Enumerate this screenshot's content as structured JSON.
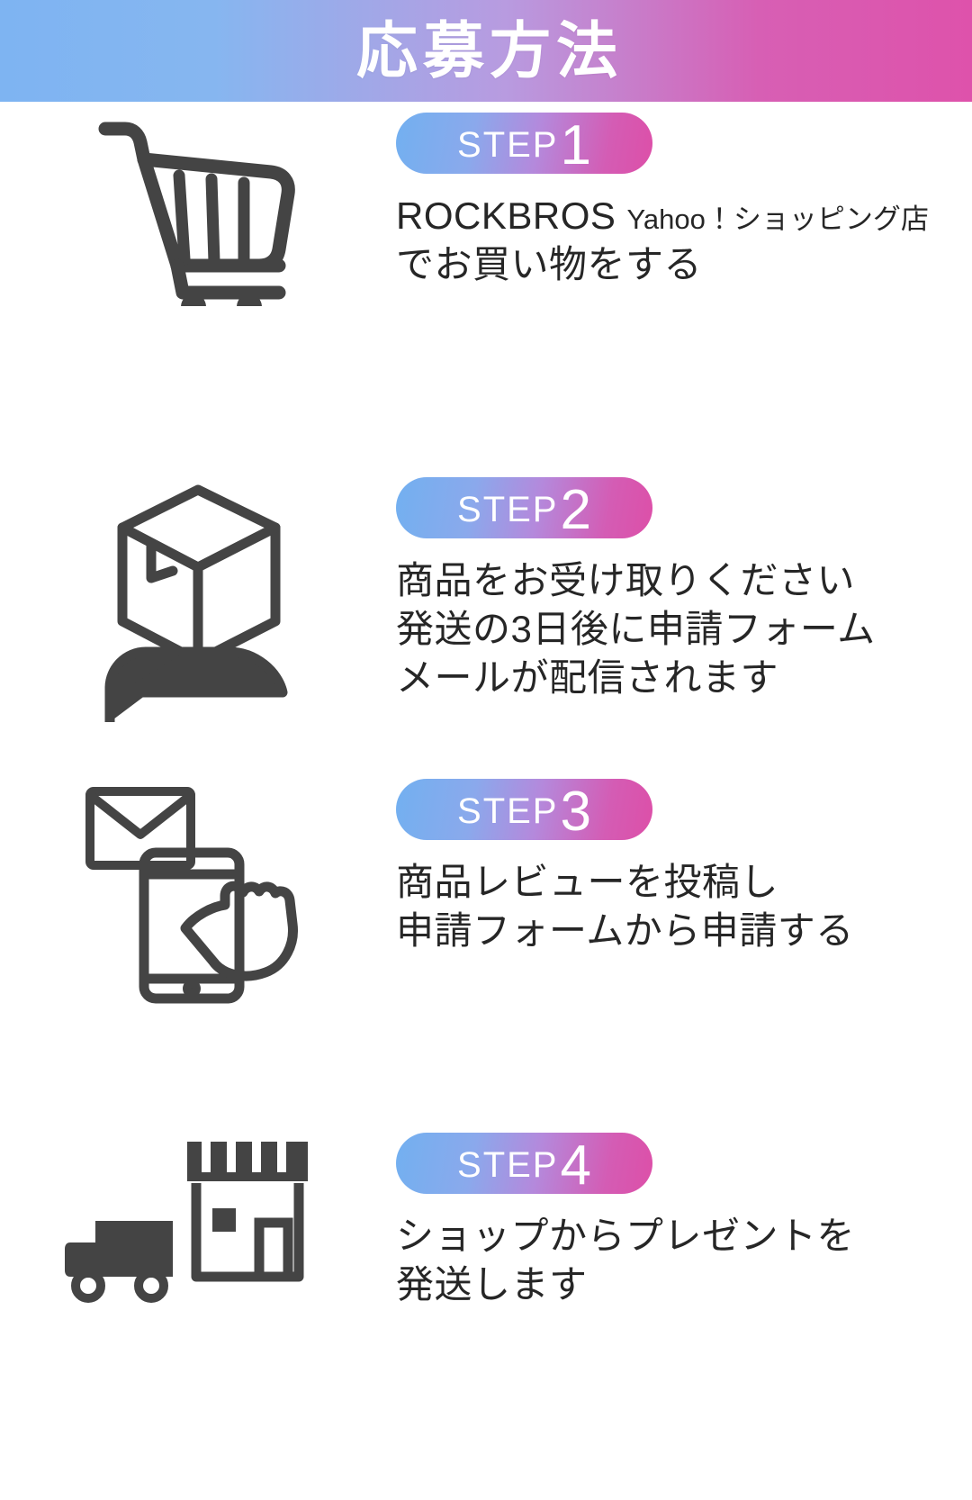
{
  "header": {
    "title": "応募方法",
    "gradient_start": "#7EB4F2",
    "gradient_end": "#DE52AB"
  },
  "theme": {
    "blue": "#7EB4F2",
    "pink": "#DE52AB",
    "text": "#262626",
    "icon": "#444444",
    "background": "#FFFFFF"
  },
  "steps": [
    {
      "badge_word": "STEP",
      "badge_number": "1",
      "icon": "shopping-cart-icon",
      "lines": [
        {
          "parts": [
            {
              "text": "ROCKBROS",
              "style": "brand"
            },
            {
              "text": "Yahoo！ショッピング店",
              "style": "sub"
            }
          ]
        },
        {
          "parts": [
            {
              "text": "でお買い物をする",
              "style": "main"
            }
          ]
        }
      ]
    },
    {
      "badge_word": "STEP",
      "badge_number": "2",
      "icon": "package-in-hand-icon",
      "lines": [
        {
          "parts": [
            {
              "text": "商品をお受け取りください",
              "style": "main"
            }
          ]
        },
        {
          "parts": [
            {
              "text": "発送の3日後に申請フォーム",
              "style": "main"
            }
          ]
        },
        {
          "parts": [
            {
              "text": "メールが配信されます",
              "style": "main"
            }
          ]
        }
      ]
    },
    {
      "badge_word": "STEP",
      "badge_number": "3",
      "icon": "mail-phone-tap-icon",
      "lines": [
        {
          "parts": [
            {
              "text": "商品レビューを投稿し",
              "style": "main"
            }
          ]
        },
        {
          "parts": [
            {
              "text": "申請フォームから申請する",
              "style": "main"
            }
          ]
        }
      ]
    },
    {
      "badge_word": "STEP",
      "badge_number": "4",
      "icon": "shop-truck-icon",
      "lines": [
        {
          "parts": [
            {
              "text": "ショップからプレゼントを",
              "style": "main"
            }
          ]
        },
        {
          "parts": [
            {
              "text": "発送します",
              "style": "main"
            }
          ]
        }
      ]
    }
  ],
  "dividers": [
    {
      "id": "divider-1",
      "left_color": "#4D9BD6",
      "right_color": "#CE1F84"
    },
    {
      "id": "divider-2",
      "left_color": "#4D9BD6",
      "right_color": "#CE1F84"
    },
    {
      "id": "divider-3",
      "left_color": "#4D9BD6",
      "right_color": "#CE1F84"
    }
  ]
}
